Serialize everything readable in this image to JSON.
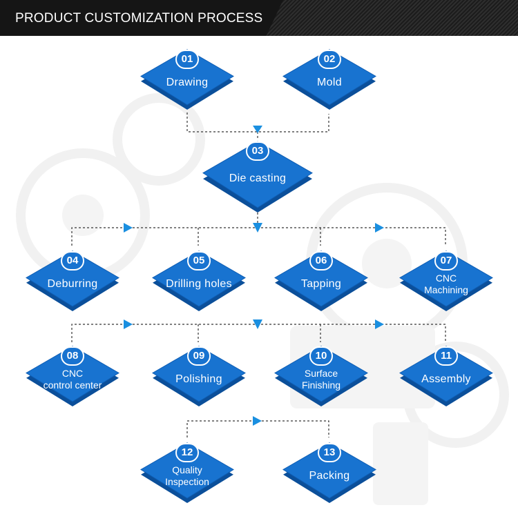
{
  "header": {
    "title": "PRODUCT CUSTOMIZATION PROCESS"
  },
  "colors": {
    "step_fill": "#1873d0",
    "step_shadow": "#0b4f9a",
    "connector": "#333333",
    "arrow": "#1a8fe0"
  },
  "steps": [
    {
      "number": "01",
      "label": "Drawing"
    },
    {
      "number": "02",
      "label": "Mold"
    },
    {
      "number": "03",
      "label": "Die casting"
    },
    {
      "number": "04",
      "label": "Deburring"
    },
    {
      "number": "05",
      "label": "Drilling holes"
    },
    {
      "number": "06",
      "label": "Tapping"
    },
    {
      "number": "07",
      "label": "CNC\nMachining"
    },
    {
      "number": "08",
      "label": "CNC\ncontrol center"
    },
    {
      "number": "09",
      "label": "Polishing"
    },
    {
      "number": "10",
      "label": "Surface\nFinishing"
    },
    {
      "number": "11",
      "label": "Assembly"
    },
    {
      "number": "12",
      "label": "Quality\nInspection"
    },
    {
      "number": "13",
      "label": "Packing"
    }
  ]
}
